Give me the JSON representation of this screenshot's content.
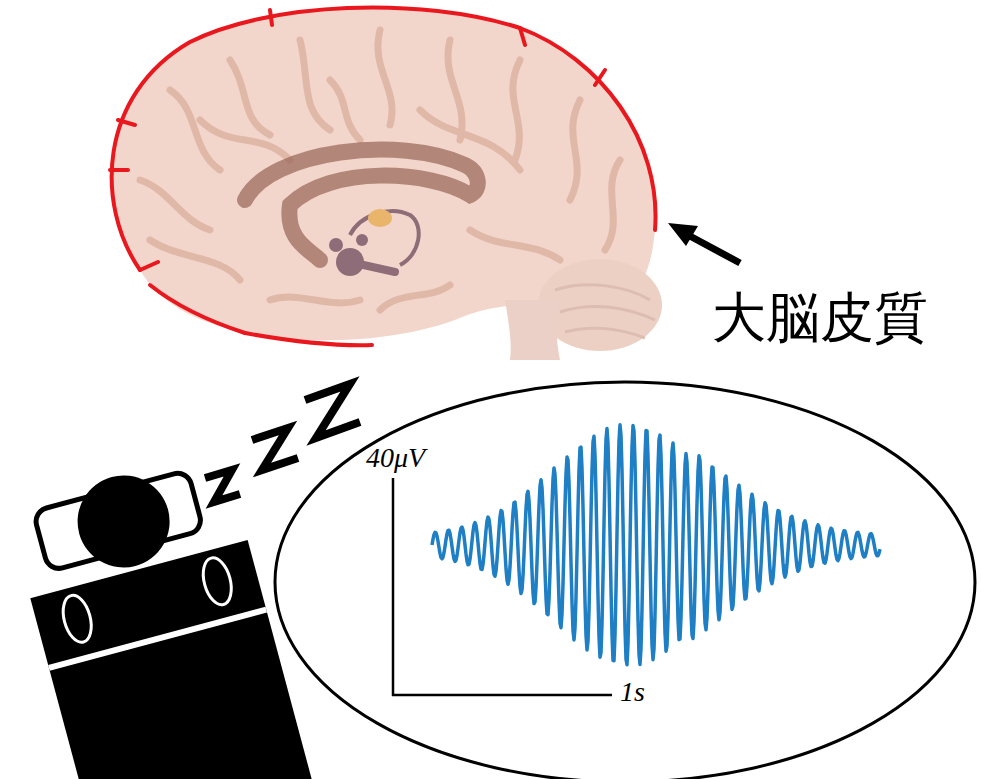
{
  "diagram": {
    "labels": [
      "大脳皮質",
      "40μV",
      "1s"
    ]
  }
}
